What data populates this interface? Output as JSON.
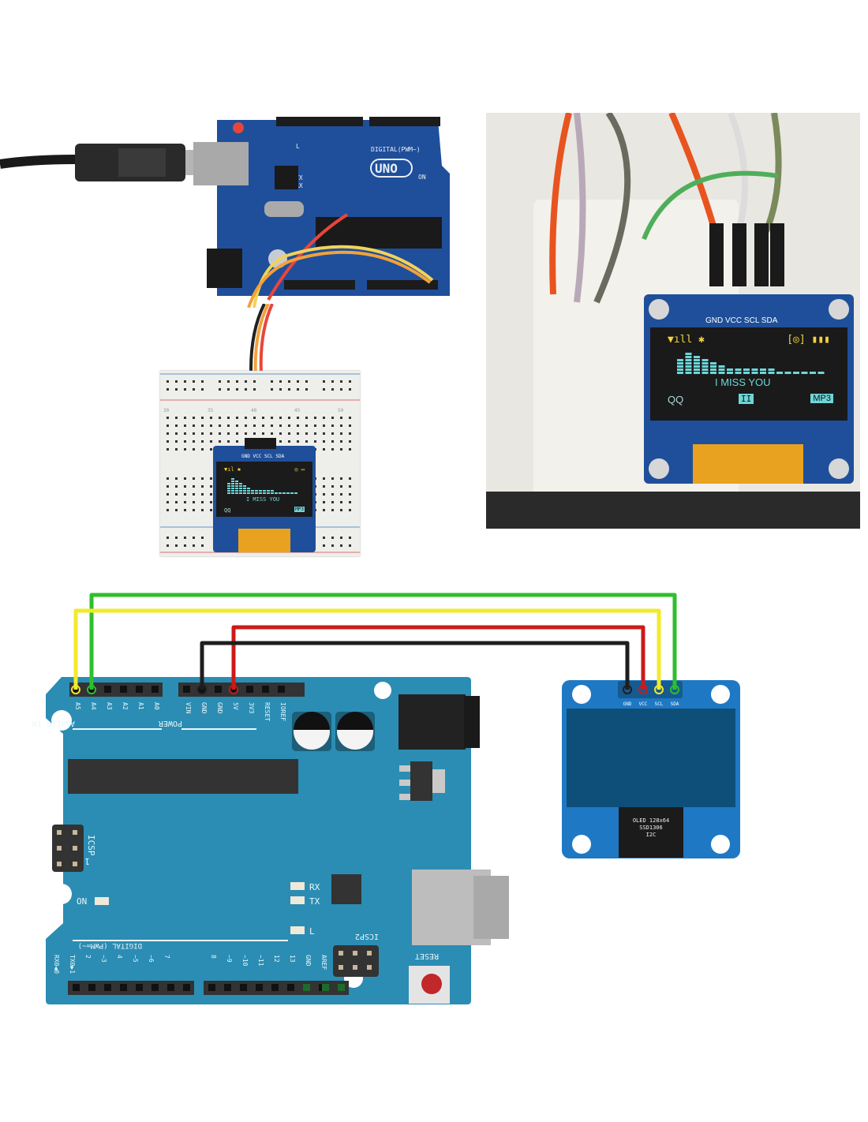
{
  "photo_uno": {
    "board_logo": "UNO",
    "digital_label": "DIGITAL(PWM~)",
    "led_labels": [
      "L",
      "TX",
      "RX",
      "ON"
    ],
    "wire_colors": [
      "#e8463c",
      "#f2a23a",
      "#f1d35a",
      "#222222"
    ]
  },
  "oled_screen": {
    "status_left_icons": [
      "signal-icon",
      "bluetooth-icon"
    ],
    "status_right_icons": [
      "alarm-icon",
      "battery-icon"
    ],
    "equalizer_levels": [
      5,
      7,
      6,
      5,
      4,
      3,
      2,
      2,
      2,
      2,
      2,
      2,
      1,
      1,
      1,
      1,
      1,
      1
    ],
    "message": "I MISS YOU",
    "bottom_left": "QQ",
    "pause_label": "II",
    "bottom_right": "MP3",
    "color_yellow": "#f5d33a",
    "color_cyan": "#6fd6d8"
  },
  "oled_pins": [
    "GND",
    "VCC",
    "SCL",
    "SDA"
  ],
  "breadboard": {
    "column_numbers": [
      "30",
      "35",
      "40",
      "45",
      "50"
    ]
  },
  "schematic": {
    "wires": [
      {
        "name": "SDA",
        "from": "A4",
        "to": "SDA",
        "color": "#2dbf2d"
      },
      {
        "name": "SCL",
        "from": "A5",
        "to": "SCL",
        "color": "#f2ea2a"
      },
      {
        "name": "VCC",
        "from": "5V",
        "to": "VCC",
        "color": "#cc1a1a"
      },
      {
        "name": "GND",
        "from": "GND",
        "to": "GND",
        "color": "#1e1e1e"
      }
    ],
    "board_color": "#2b8db3",
    "analog_pins": [
      "A5",
      "A4",
      "A3",
      "A2",
      "A1",
      "A0"
    ],
    "analog_title": "ANALOG IN",
    "power_pins": [
      "VIN",
      "GND",
      "GND",
      "5V",
      "3V3",
      "RESET",
      "IOREF"
    ],
    "power_title": "POWER",
    "icsp_label": "ICSP",
    "icsp_pin1": "1",
    "icsp2_label": "ICSP2",
    "on_label": "ON",
    "rx_label": "RX",
    "tx_label": "TX",
    "l_label": "L",
    "reset_label": "RESET",
    "digital_title": "DIGITAL (PWM=~)",
    "digital_pins_low": [
      "RX0◀0",
      "TX0▶1",
      "2",
      "~3",
      "4",
      "~5",
      "~6",
      "7"
    ],
    "digital_pins_high": [
      "8",
      "~9",
      "~10",
      "~11",
      "12",
      "13",
      "GND",
      "AREF"
    ],
    "oled_module": {
      "pins": [
        "GND",
        "VCC",
        "SCL",
        "SDA"
      ],
      "chip_text": [
        "OLED 128x64",
        "SSD1306",
        "I2C"
      ],
      "color": "#1f78c4",
      "screen_color": "#0d4f78"
    }
  }
}
